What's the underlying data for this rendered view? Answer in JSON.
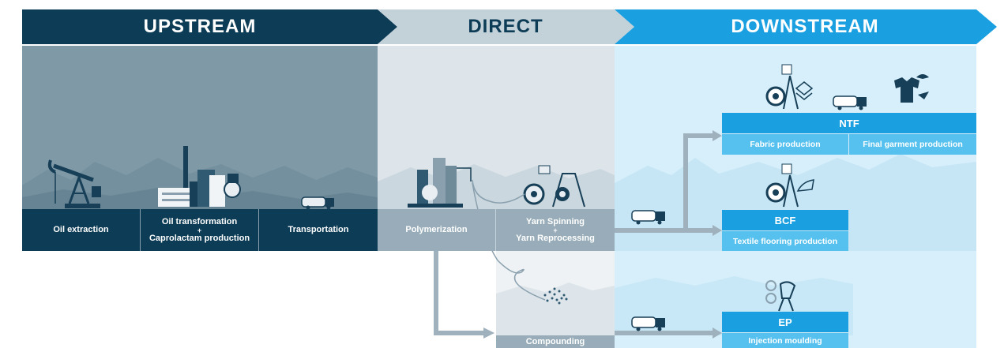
{
  "headers": {
    "upstream": "UPSTREAM",
    "direct": "DIRECT",
    "downstream": "DOWNSTREAM"
  },
  "upstream_steps": {
    "oil_extraction": "Oil extraction",
    "oil_transformation": "Oil transformation",
    "plus": "+",
    "caprolactam": "Caprolactam production",
    "transportation": "Transportation"
  },
  "direct_steps": {
    "polymerization": "Polymerization",
    "yarn_spinning": "Yarn Spinning",
    "plus": "+",
    "yarn_reprocessing": "Yarn Reprocessing",
    "compounding": "Compounding"
  },
  "downstream_steps": {
    "ntf": "NTF",
    "fabric_production": "Fabric production",
    "final_garment": "Final garment production",
    "bcf": "BCF",
    "textile_flooring": "Textile flooring production",
    "ep": "EP",
    "injection_moulding": "Injection moulding"
  },
  "colors": {
    "upstream_dark": "#0d3c56",
    "direct_grey": "#c3d1d9",
    "downstream_blue": "#1aa0e0",
    "downstream_light": "#56c1ee",
    "arrow_grey": "#9fb1bc"
  },
  "icons": [
    "oil-pump-icon",
    "refinery-icon",
    "truck-icon",
    "reactor-icon",
    "spinning-machine-icon",
    "granules-icon",
    "fabric-icon",
    "garment-icon",
    "carpet-icon",
    "chair-icon",
    "gears-icon"
  ]
}
